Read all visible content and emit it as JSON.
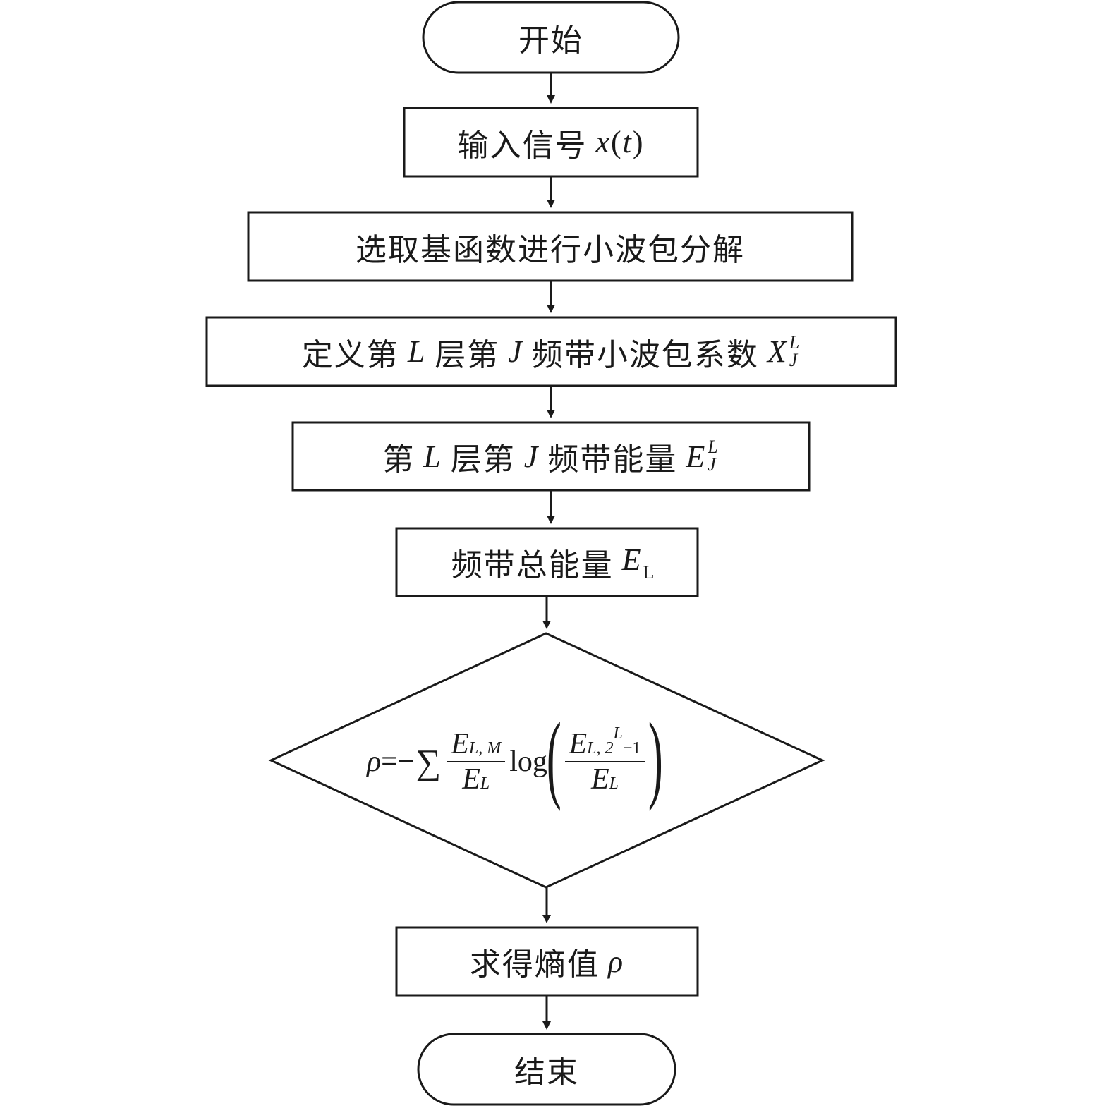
{
  "flowchart": {
    "start_label": "开始",
    "input": {
      "text": "输入信号",
      "math": "x",
      "arg": "t"
    },
    "decompose_text": "选取基函数进行小波包分解",
    "define": {
      "t1": "定义第",
      "L": "L",
      "t2": "层第",
      "J": "J",
      "t3": "频带小波包系数",
      "X": "X",
      "sup": "L",
      "sub": "J"
    },
    "band_energy": {
      "t1": "第",
      "L": "L",
      "t2": "层第",
      "J": "J",
      "t3": "频带能量",
      "E": "E",
      "sup": "L",
      "sub": "J"
    },
    "total_energy": {
      "text": "频带总能量",
      "E": "E",
      "sub": "L"
    },
    "decision_formula": {
      "rho": "ρ",
      "eq": "=−",
      "sum": "∑",
      "num1_E": "E",
      "num1_sub": "L, M",
      "den1_E": "E",
      "den1_sub": "L",
      "log": "log",
      "num2_E": "E",
      "num2_sub": "L, 2",
      "num2_sup": "L",
      "num2_tail": "−1",
      "den2_E": "E",
      "den2_sub": "L"
    },
    "entropy": {
      "text": "求得熵值",
      "rho": "ρ"
    },
    "end_label": "结束"
  }
}
